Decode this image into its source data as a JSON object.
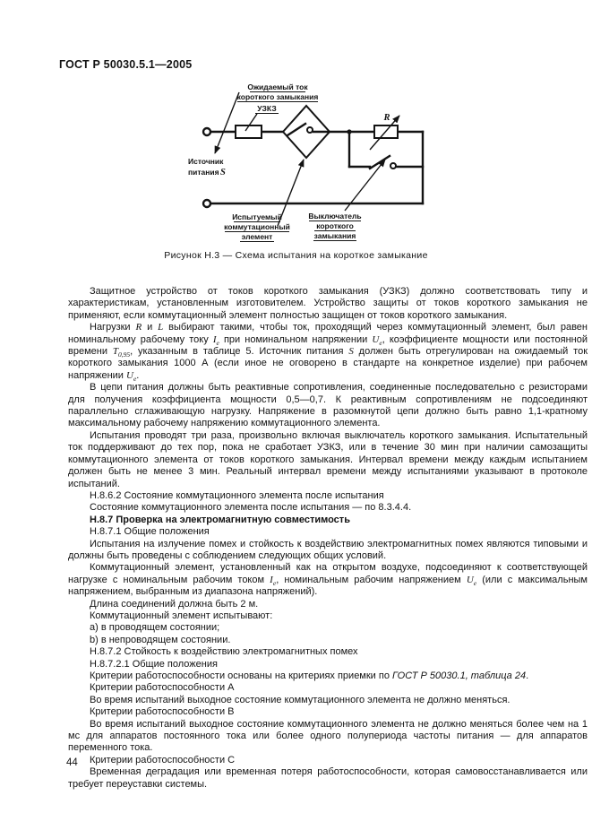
{
  "header": {
    "standard_number": "ГОСТ Р 50030.5.1—2005"
  },
  "figure": {
    "caption": "Рисунок Н.3 — Схема испытания на короткое замыкание",
    "labels": {
      "expected_current_line1": "Ожидаемый ток",
      "expected_current_line2": "короткого замыкания",
      "uzkz": "УЗКЗ",
      "resistor": "R",
      "source_line1": "Источник",
      "source_line2": "питания",
      "source_symbol": "S",
      "tested_line1": "Испытуемый",
      "tested_line2": "коммутационный",
      "tested_line3": "элемент",
      "breaker_line1": "Выключатель",
      "breaker_line2": "короткого",
      "breaker_line3": "замыкания"
    }
  },
  "main": {
    "paragraphs": [
      {
        "runs": [
          {
            "t": "Защитное устройство от токов короткого замыкания (УЗКЗ) должно соответствовать типу и характеристикам, установленным изготовителем. Устройство защиты от токов короткого замыкания не применяют, если коммутационный элемент полностью защищен от токов короткого замыкания."
          }
        ]
      },
      {
        "runs": [
          {
            "t": "Нагрузки "
          },
          {
            "t": "R",
            "v": true
          },
          {
            "t": " и "
          },
          {
            "t": "L",
            "v": true
          },
          {
            "t": " выбирают такими, чтобы ток, проходящий через коммутационный элемент, был равен номинальному рабочему току "
          },
          {
            "t": "I",
            "v": true
          },
          {
            "t": "е",
            "v": true,
            "sub": true
          },
          {
            "t": " при номинальном напряжении "
          },
          {
            "t": "U",
            "v": true
          },
          {
            "t": "е",
            "v": true,
            "sub": true
          },
          {
            "t": ", коэффициенте мощности или постоянной времени "
          },
          {
            "t": "T",
            "v": true
          },
          {
            "t": "0,95",
            "v": true,
            "sub": true
          },
          {
            "t": ", указанным в таблице 5. Источник питания "
          },
          {
            "t": "S",
            "v": true
          },
          {
            "t": " должен быть отрегулирован на ожидаемый ток короткого замыкания 1000 А (если иное не оговорено в стандарте на конкретное изделие) при рабочем напряжении "
          },
          {
            "t": "U",
            "v": true
          },
          {
            "t": "е",
            "v": true,
            "sub": true
          },
          {
            "t": "."
          }
        ]
      },
      {
        "runs": [
          {
            "t": "В цепи питания должны быть реактивные сопротивления, соединенные последовательно с резисторами для получения коэффициента мощности 0,5—0,7. К реактивным сопротивлениям не подсоединяют параллельно сглаживающую нагрузку. Напряжение в разомкнутой цепи должно быть равно 1,1-кратному максимальному рабочему напряжению коммутационного элемента."
          }
        ]
      },
      {
        "runs": [
          {
            "t": "Испытания проводят три раза, произвольно включая выключатель короткого замыкания. Испытательный ток поддерживают до тех пор, пока не сработает УЗКЗ, или в течение 30 мин при наличии самозащиты коммутационного элемента от токов короткого замыкания. Интервал времени между каждым испытанием должен быть не менее 3 мин. Реальный интервал времени между испытаниями указывают в протоколе испытаний."
          }
        ]
      },
      {
        "runs": [
          {
            "t": "Н.8.6.2 Состояние коммутационного элемента после испытания"
          }
        ]
      },
      {
        "runs": [
          {
            "t": "Состояние коммутационного элемента после испытания — по 8.3.4.4."
          }
        ]
      },
      {
        "b": true,
        "runs": [
          {
            "t": "Н.8.7 Проверка на электромагнитную совместимость"
          }
        ]
      },
      {
        "runs": [
          {
            "t": "Н.8.7.1 Общие положения"
          }
        ]
      },
      {
        "runs": [
          {
            "t": "Испытания на излучение помех и стойкость к воздействию электромагнитных помех являются типовыми и должны быть проведены с соблюдением следующих общих условий."
          }
        ]
      },
      {
        "runs": [
          {
            "t": "Коммутационный элемент, установленный как на открытом воздухе, подсоединяют к соответствующей нагрузке с номинальным рабочим током "
          },
          {
            "t": "I",
            "v": true
          },
          {
            "t": "е",
            "v": true,
            "sub": true
          },
          {
            "t": ", номинальным рабочим напряжением "
          },
          {
            "t": "U",
            "v": true
          },
          {
            "t": "е",
            "v": true,
            "sub": true
          },
          {
            "t": " (или с максимальным напряжением, выбранным из диапазона напряжений)."
          }
        ]
      },
      {
        "runs": [
          {
            "t": "Длина соединений должна быть 2 м."
          }
        ]
      },
      {
        "runs": [
          {
            "t": "Коммутационный элемент испытывают:"
          }
        ]
      },
      {
        "runs": [
          {
            "t": "a) в проводящем состоянии;"
          }
        ]
      },
      {
        "runs": [
          {
            "t": "b) в непроводящем состоянии."
          }
        ]
      },
      {
        "runs": [
          {
            "t": "Н.8.7.2 Стойкость к воздействию электромагнитных помех"
          }
        ]
      },
      {
        "runs": [
          {
            "t": "Н.8.7.2.1 Общие положения"
          }
        ]
      },
      {
        "runs": [
          {
            "t": "Критерии работоспособности основаны на критериях приемки по "
          },
          {
            "t": "ГОСТ Р 50030.1, таблица 24",
            "i": true
          },
          {
            "t": "."
          }
        ]
      },
      {
        "runs": [
          {
            "t": "Критерии работоспособности А"
          }
        ]
      },
      {
        "runs": [
          {
            "t": "Во время испытаний выходное состояние коммутационного элемента не должно меняться."
          }
        ]
      },
      {
        "runs": [
          {
            "t": "Критерии работоспособности В"
          }
        ]
      },
      {
        "runs": [
          {
            "t": "Во время испытаний выходное состояние коммутационного элемента не должно меняться более чем на 1 мс для аппаратов постоянного тока или более одного полупериода частоты питания — для аппаратов переменного тока."
          }
        ]
      },
      {
        "runs": [
          {
            "t": "Критерии работоспособности С"
          }
        ]
      },
      {
        "runs": [
          {
            "t": "Временная деградация или временная потеря работоспособности, которая самовосстанавливается или требует переуставки системы."
          }
        ]
      }
    ]
  },
  "footer": {
    "page_number": "44"
  }
}
